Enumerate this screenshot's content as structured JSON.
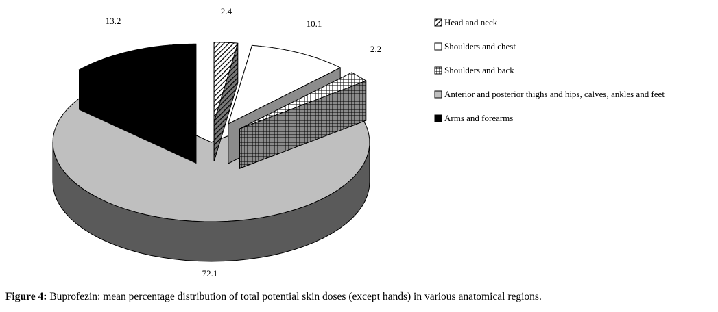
{
  "chart_data": {
    "type": "pie",
    "style": "3d-exploded",
    "categories": [
      "Head and neck",
      "Shoulders and chest",
      "Shoulders and back",
      "Anterior and posterior thighs and hips, calves, ankles and feet",
      "Arms and forearms"
    ],
    "values": [
      2.4,
      10.1,
      2.2,
      72.1,
      13.2
    ],
    "labels": [
      "2.4",
      "10.1",
      "2.2",
      "72.1",
      "13.2"
    ],
    "fills": [
      "hatch-diagonal",
      "#ffffff",
      "hatch-grid",
      "#bfbfbf",
      "#000000"
    ],
    "side_colors": [
      "#6e6e6e",
      "#8c8c8c",
      "#7a7a7a",
      "#5a5a5a",
      "#000000"
    ],
    "legend_placement": "right"
  },
  "caption": {
    "label": "Figure 4:",
    "text": " Buprofezin: mean percentage distribution of total potential skin doses (except hands) in various anatomical regions."
  }
}
